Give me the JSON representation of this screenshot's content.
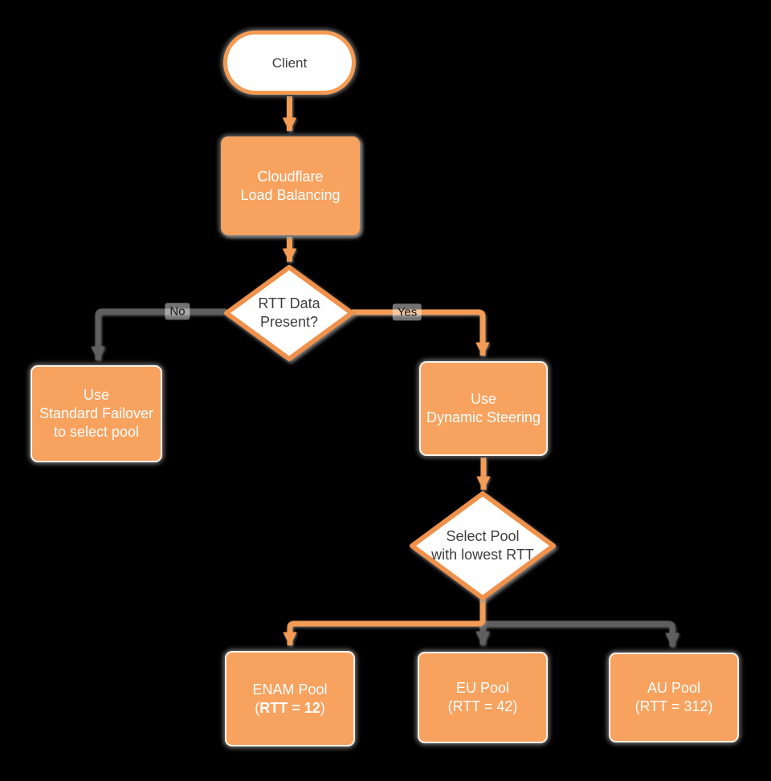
{
  "diagram": {
    "title_hint": "Cloudflare Load Balancing flowchart",
    "colors": {
      "background": "#000000",
      "node_fill_orange": "#F8A25F",
      "shape_stroke_orange": "#F0914B",
      "edge_orange": "#F49C55",
      "edge_gray": "#5F5F5F",
      "dark_text": "#3E3E3E",
      "light_text": "#FFFFFF",
      "shadow_gray": "#969696"
    }
  },
  "nodes": {
    "client": {
      "label": "Client"
    },
    "cloudflare_lb": {
      "line1": "Cloudflare",
      "line2": "Load Balancing"
    },
    "rtt_decision": {
      "line1": "RTT Data",
      "line2": "Present?"
    },
    "standard_failover": {
      "line1": "Use",
      "line2": "Standard Failover",
      "line3": "to select pool"
    },
    "dynamic_steering": {
      "line1": "Use",
      "line2": "Dynamic Steering"
    },
    "select_pool_decision": {
      "line1": "Select Pool",
      "line2": "with lowest RTT"
    },
    "enam_pool": {
      "line1": "ENAM Pool",
      "line2_open": "(",
      "line2_bold": "RTT = 12",
      "line2_close": ")"
    },
    "eu_pool": {
      "line1": "EU Pool",
      "line2": "(RTT = 42)"
    },
    "au_pool": {
      "line1": "AU Pool",
      "line2": "(RTT = 312)"
    }
  },
  "edge_labels": {
    "no": "No",
    "yes": "Yes"
  }
}
